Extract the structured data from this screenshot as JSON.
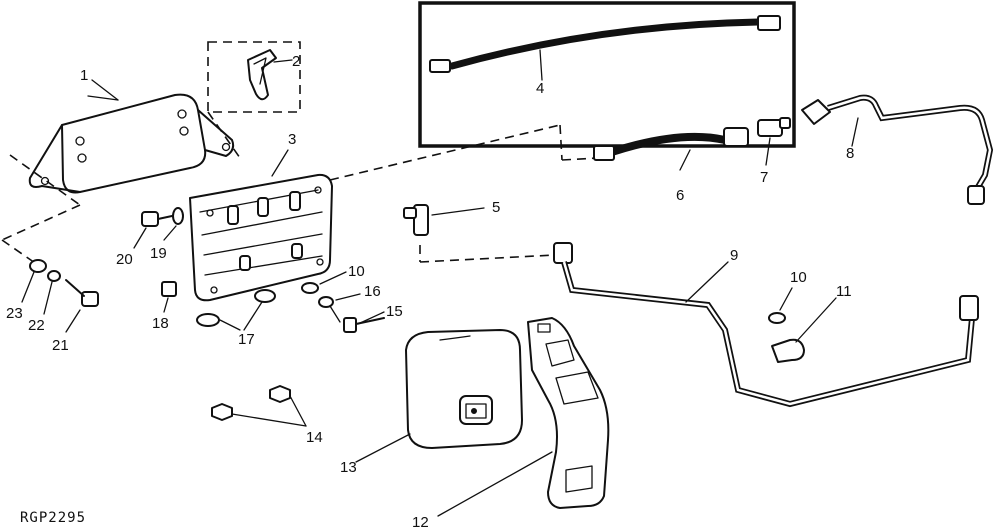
{
  "figure_code": "RGP2295",
  "callouts": {
    "p1": "1",
    "p2": "2",
    "p3": "3",
    "p4": "4",
    "p5": "5",
    "p6": "6",
    "p7": "7",
    "p8": "8",
    "p9": "9",
    "p10a": "10",
    "p10b": "10",
    "p11": "11",
    "p12": "12",
    "p13": "13",
    "p14": "14",
    "p15": "15",
    "p16": "16",
    "p17": "17",
    "p18": "18",
    "p19": "19",
    "p20": "20",
    "p21": "21",
    "p22": "22",
    "p23": "23"
  }
}
